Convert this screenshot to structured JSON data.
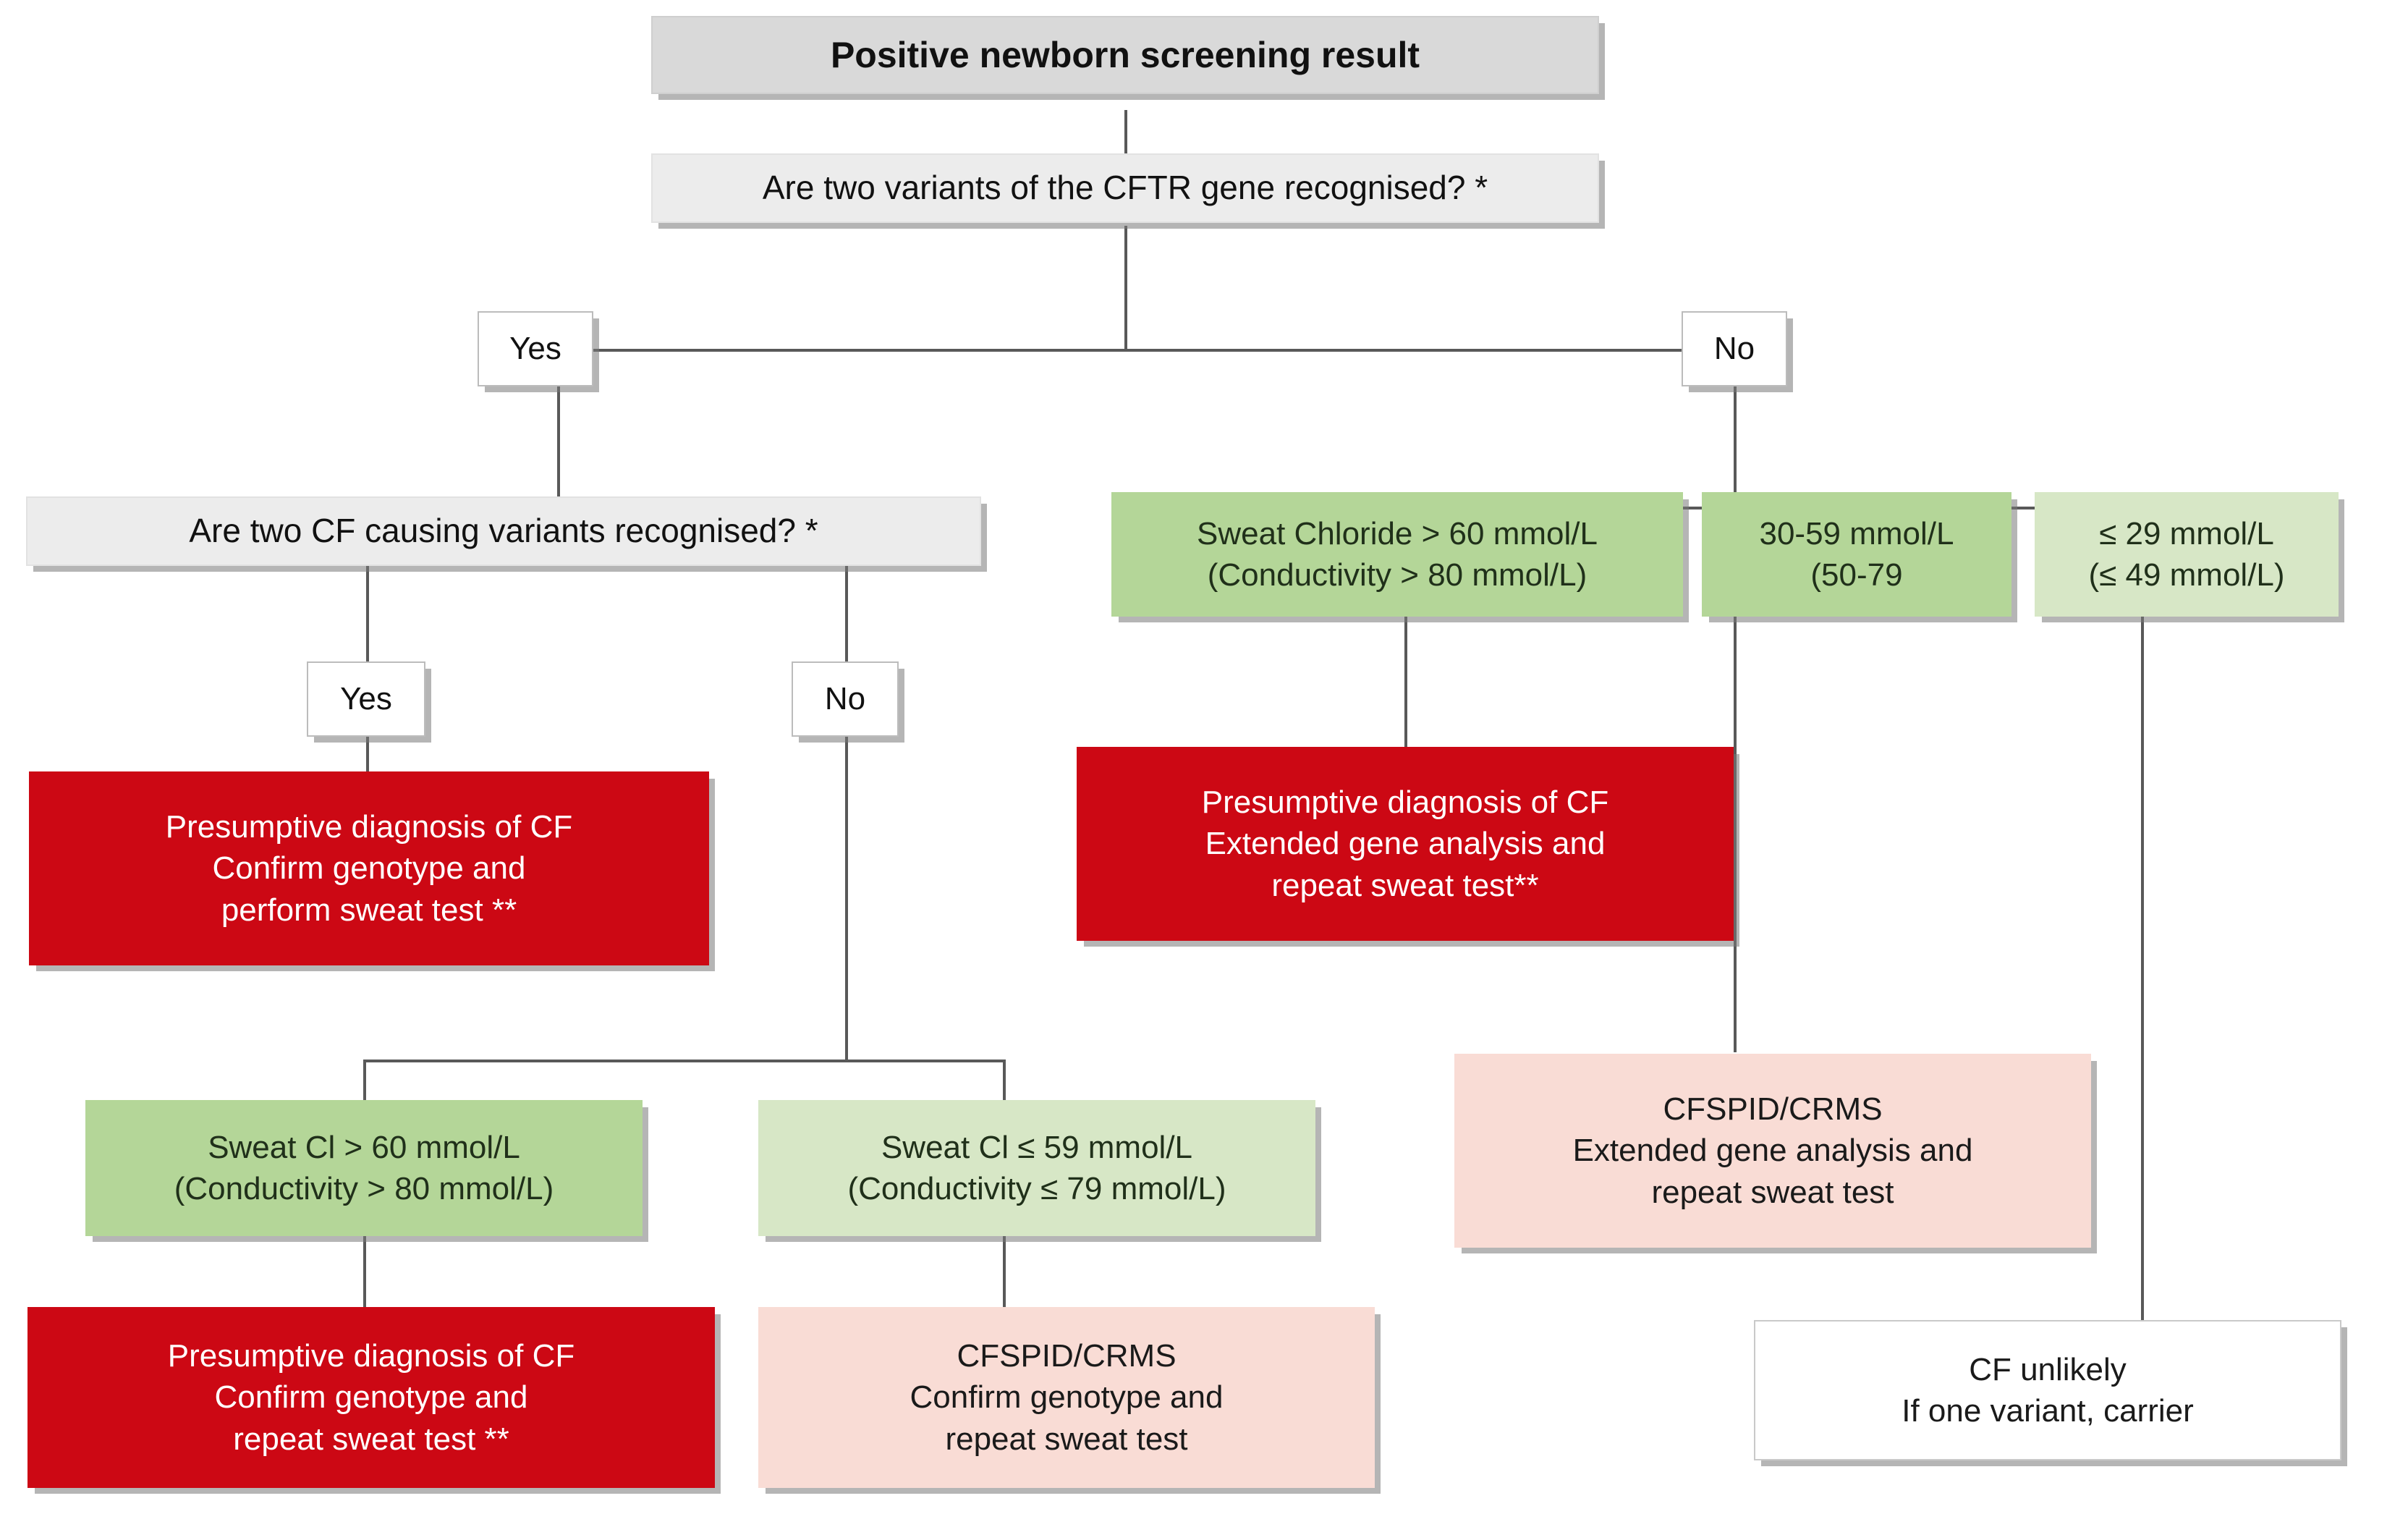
{
  "diagram": {
    "title": "Newborn screening diagnostic algorithm for cystic fibrosis",
    "type": "flowchart",
    "colors": {
      "header_fill": "#d9d9d9",
      "question_fill": "#ececec",
      "decision_fill": "#ffffff",
      "green_fill": "#b4d698",
      "green_light_fill": "#d7e7c6",
      "red_fill": "#cc0814",
      "pink_fill": "#f9dcd5",
      "white_fill": "#ffffff",
      "connector": "#595959",
      "red_text": "#ffffff"
    },
    "nodes": {
      "start": {
        "label": "Positive newborn screening result"
      },
      "q_cftr": {
        "label": "Are two variants of the CFTR gene recognised? *"
      },
      "yes_top": {
        "label": "Yes"
      },
      "no_top": {
        "label": "No"
      },
      "q_cf_causing": {
        "label": "Are two CF causing variants recognised? *"
      },
      "yes_mid": {
        "label": "Yes"
      },
      "no_mid": {
        "label": "No"
      },
      "presumptive_perform": {
        "line1": "Presumptive diagnosis of CF",
        "line2": "Confirm genotype and",
        "line3": "perform sweat test **"
      },
      "sweat_high_right": {
        "line1": "Sweat Chloride > 60 mmol/L",
        "line2": "(Conductivity > 80 mmol/L)"
      },
      "sweat_mid_right": {
        "line1": "30-59 mmol/L",
        "line2": "(50-79"
      },
      "sweat_low_right": {
        "line1": "≤ 29 mmol/L",
        "line2": "(≤ 49 mmol/L)"
      },
      "presumptive_extended": {
        "line1": "Presumptive diagnosis of CF",
        "line2": "Extended gene analysis and",
        "line3": "repeat sweat test**"
      },
      "sweat_high_left": {
        "line1": "Sweat Cl > 60 mmol/L",
        "line2": "(Conductivity > 80 mmol/L)"
      },
      "sweat_low_left": {
        "line1": "Sweat Cl ≤ 59 mmol/L",
        "line2": "(Conductivity ≤ 79 mmol/L)"
      },
      "cfspid_right": {
        "line1": "CFSPID/CRMS",
        "line2": "Extended gene analysis and",
        "line3": "repeat sweat test"
      },
      "presumptive_repeat": {
        "line1": "Presumptive diagnosis of CF",
        "line2": "Confirm genotype and",
        "line3": "repeat sweat test **"
      },
      "cfspid_left": {
        "line1": "CFSPID/CRMS",
        "line2": "Confirm genotype and",
        "line3": "repeat sweat test"
      },
      "cf_unlikely": {
        "line1": "CF unlikely",
        "line2": "If one variant, carrier"
      }
    }
  }
}
